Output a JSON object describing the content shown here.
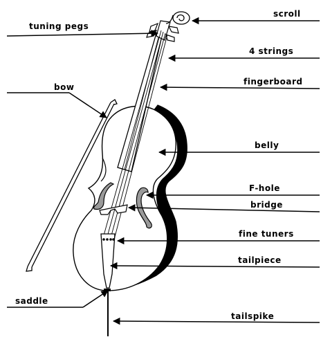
{
  "labels": {
    "scroll": "scroll",
    "tuning_pegs": "tuning pegs",
    "strings": "4 strings",
    "fingerboard": "fingerboard",
    "bow": "bow",
    "belly": "belly",
    "f_hole": "F-hole",
    "bridge": "bridge",
    "fine_tuners": "fine tuners",
    "tailpiece": "tailpiece",
    "saddle": "saddle",
    "tailspike": "tailspike"
  },
  "colors": {
    "ink": "#000000",
    "rib_shade": "#a0a0a0",
    "f_hole_fill": "#9a9a9a",
    "background": "#ffffff"
  }
}
